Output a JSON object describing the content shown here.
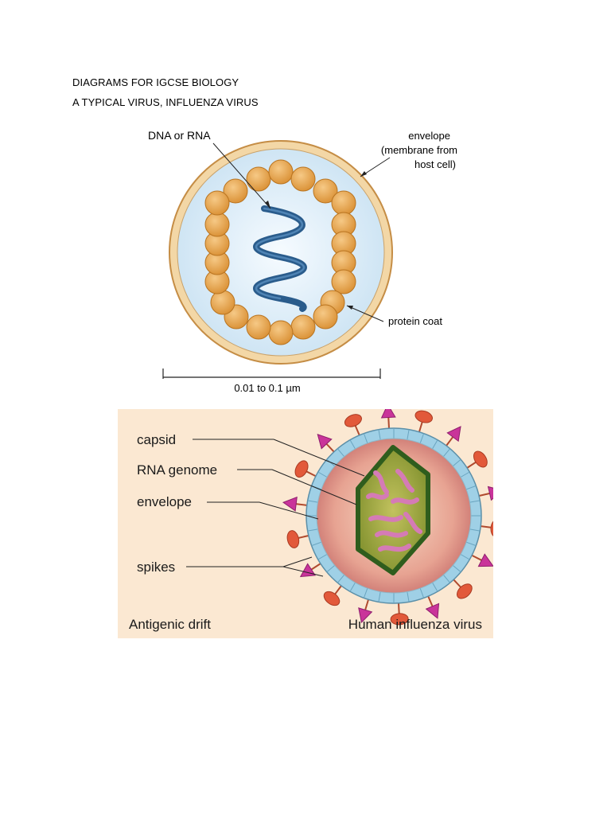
{
  "document": {
    "heading_line1": "DIAGRAMS FOR IGCSE BIOLOGY",
    "heading_line2": "A TYPICAL VIRUS, INFLUENZA VIRUS"
  },
  "figure1": {
    "label_nucleic": "DNA or RNA",
    "label_envelope_1": "envelope",
    "label_envelope_2": "(membrane from",
    "label_envelope_3": "host cell)",
    "label_protein_coat": "protein coat",
    "scale_text": "0.01 to 0.1 µm"
  },
  "figure2": {
    "label_capsid": "capsid",
    "label_rna_genome": "RNA genome",
    "label_envelope": "envelope",
    "label_spikes": "spikes",
    "caption_left": "Antigenic drift",
    "caption_right": "Human influenza virus"
  },
  "colors": {
    "envelope_ring": "#f3d7a6",
    "interior": "#dceefa",
    "capsomere": "#e6a54d",
    "helix": "#2a5c8c",
    "panel_bg": "#fbe8d2",
    "capsid_fill": "#9ca537",
    "capsid_edge": "#2f5d1d",
    "rna": "#d57bb6",
    "spike_pink": "#c9349a",
    "spike_orange": "#e2593a",
    "membrane_blue": "#9fd0e6"
  }
}
